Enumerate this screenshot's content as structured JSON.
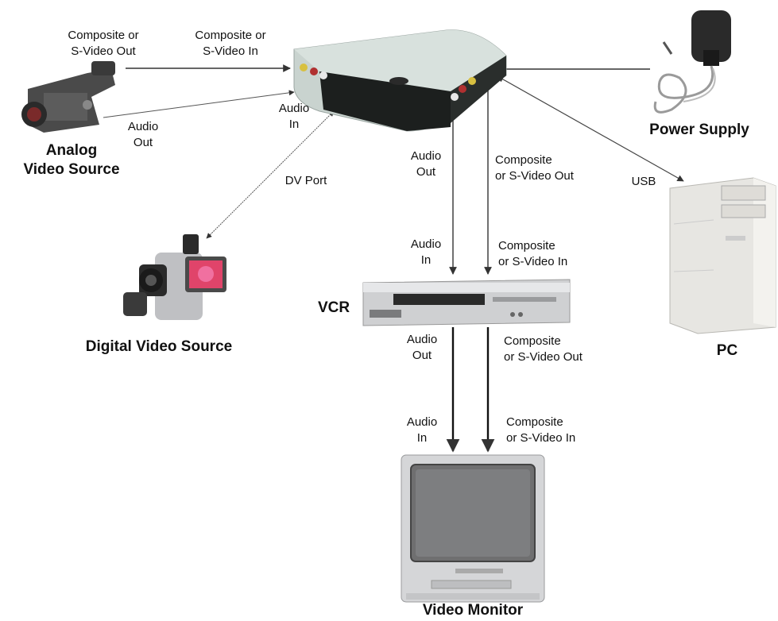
{
  "labels": {
    "cam_out": [
      "Composite or",
      "S-Video Out"
    ],
    "hub_in": [
      "Composite or",
      "S-Video In"
    ],
    "cam_audio_out": [
      "Audio",
      "Out"
    ],
    "hub_audio_in": [
      "Audio",
      "In"
    ],
    "analog_title": [
      "Analog",
      "Video Source"
    ],
    "dv_port": "DV Port",
    "digital_title": "Digital Video Source",
    "power_title": "Power Supply",
    "usb": "USB",
    "pc_title": "PC",
    "hub_audio_out": [
      "Audio",
      "Out"
    ],
    "hub_video_out": [
      "Composite",
      "or S-Video Out"
    ],
    "vcr_audio_in": [
      "Audio",
      "In"
    ],
    "vcr_video_in": [
      "Composite",
      "or S-Video In"
    ],
    "vcr_title": "VCR",
    "vcr_audio_out": [
      "Audio",
      "Out"
    ],
    "vcr_video_out": [
      "Composite",
      "or S-Video Out"
    ],
    "mon_audio_in": [
      "Audio",
      "In"
    ],
    "mon_video_in": [
      "Composite",
      "or S-Video In"
    ],
    "monitor_title": "Video Monitor"
  },
  "colors": {
    "wire": "#333333",
    "hub_body": "#c9d3cf",
    "hub_panel": "#1c1f1e",
    "device_silver": "#cfd0d2",
    "device_dark": "#2a2a2a",
    "screen": "#6f6f70"
  }
}
